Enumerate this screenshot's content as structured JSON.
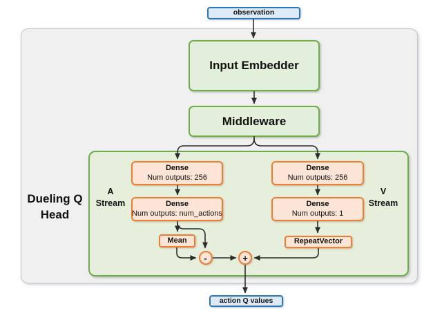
{
  "nodes": {
    "observation": {
      "label": "observation"
    },
    "input_embedder": {
      "label": "Input Embedder"
    },
    "middleware": {
      "label": "Middleware"
    },
    "dueling_q_head": {
      "label": "Dueling Q Head"
    },
    "a_stream": {
      "label": "A Stream"
    },
    "v_stream": {
      "label": "V Stream"
    },
    "a_dense_1": {
      "title": "Dense",
      "detail": "Num outputs: 256"
    },
    "a_dense_2": {
      "title": "Dense",
      "detail": "Num outputs: num_actions"
    },
    "v_dense_1": {
      "title": "Dense",
      "detail": "Num outputs: 256"
    },
    "v_dense_2": {
      "title": "Dense",
      "detail": "Num outputs: 1"
    },
    "mean": {
      "label": "Mean"
    },
    "repeat_vector": {
      "label": "RepeatVector"
    },
    "subtract_op": {
      "label": "-"
    },
    "add_op": {
      "label": "+"
    },
    "action_q_values": {
      "label": "action Q values"
    }
  },
  "colors": {
    "io_fill": "#dce9f7",
    "io_border": "#2e75b6",
    "green_fill": "#e2efda",
    "green_border": "#70ad47",
    "container_green_fill": "#e5efdb",
    "orange_fill": "#fce4d6",
    "orange_border": "#ed7d31",
    "outer_fill": "#f0f0f0",
    "outer_border": "#c4c4c4",
    "arrow": "#2d2d2d"
  }
}
